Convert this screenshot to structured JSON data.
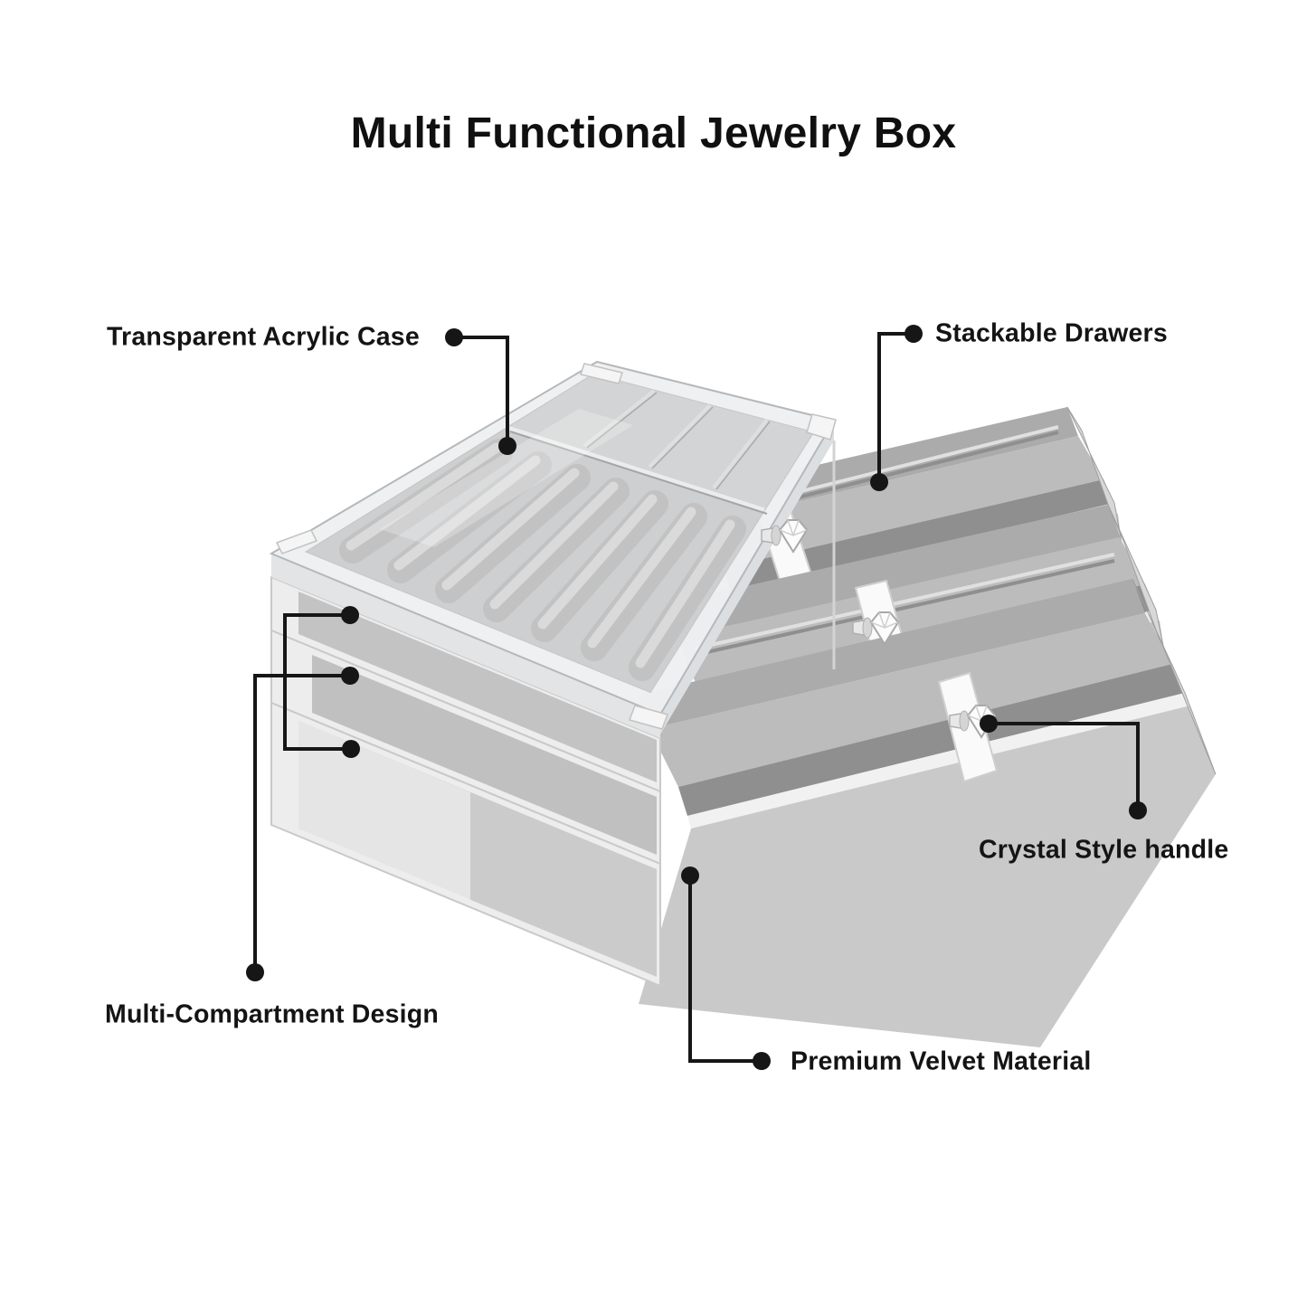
{
  "title": "Multi Functional Jewelry Box",
  "callouts": [
    {
      "id": "transparent-acrylic-case",
      "label": "Transparent Acrylic Case"
    },
    {
      "id": "stackable-drawers",
      "label": "Stackable Drawers"
    },
    {
      "id": "multi-compartment-design",
      "label": "Multi-Compartment Design"
    },
    {
      "id": "crystal-style-handle",
      "label": "Crystal Style handle"
    },
    {
      "id": "premium-velvet-material",
      "label": "Premium Velvet Material"
    }
  ],
  "illustration": {
    "subject": "three-tier acrylic jewelry box with velvet drawers",
    "drawer_count": 3,
    "crystal_knob_count": 3,
    "ring_roll_count": 7
  },
  "colors": {
    "background": "#ffffff",
    "text": "#141414",
    "leader_line": "#161616",
    "velvet_gray": "#c3c3c3",
    "acrylic_gray": "#ededee"
  }
}
